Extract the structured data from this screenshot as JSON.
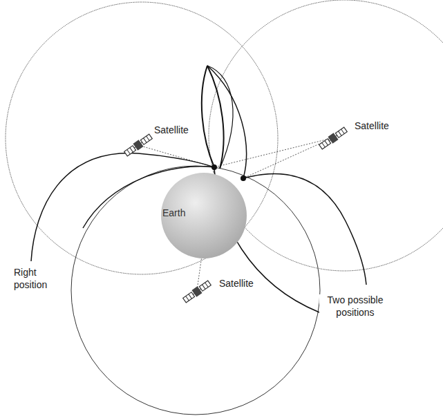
{
  "diagram": {
    "nodes": [
      {
        "text": [
          "Earth"
        ]
      }
    ],
    "labels": [
      "Satellite",
      "Satellite",
      "Satellite",
      "Right position",
      "Two possible positions"
    ]
  }
}
